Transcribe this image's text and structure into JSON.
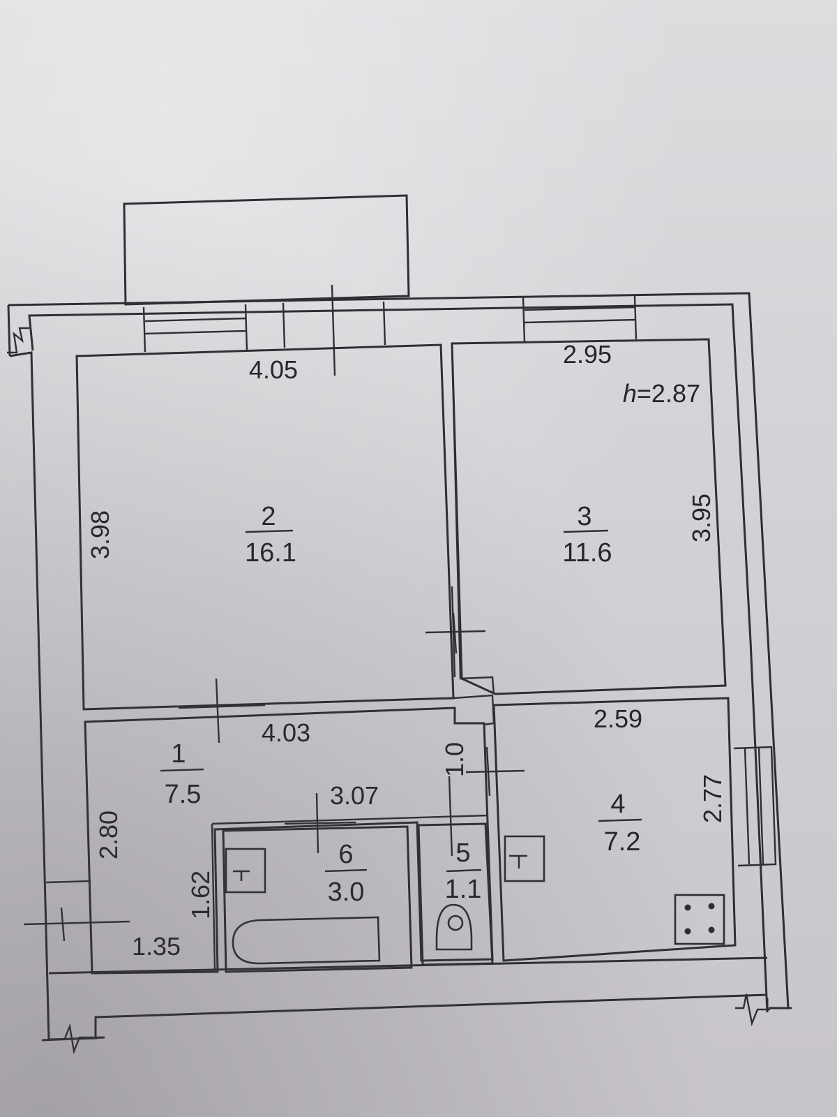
{
  "rooms": [
    {
      "id": "1",
      "area": "7.5"
    },
    {
      "id": "2",
      "area": "16.1"
    },
    {
      "id": "3",
      "area": "11.6"
    },
    {
      "id": "4",
      "area": "7.2"
    },
    {
      "id": "5",
      "area": "1.1"
    },
    {
      "id": "6",
      "area": "3.0"
    }
  ],
  "ceiling_height": "h=2.87",
  "dimensions": {
    "room2_width": "4.05",
    "room2_height": "3.98",
    "room3_width": "2.95",
    "room3_height": "3.95",
    "hall_width": "4.03",
    "hall_height": "2.80",
    "corridor_width": "1.0",
    "bath_width": "3.07",
    "bath_height": "1.62",
    "entry_width": "1.35",
    "kitchen_width": "2.59",
    "kitchen_height": "2.77"
  }
}
